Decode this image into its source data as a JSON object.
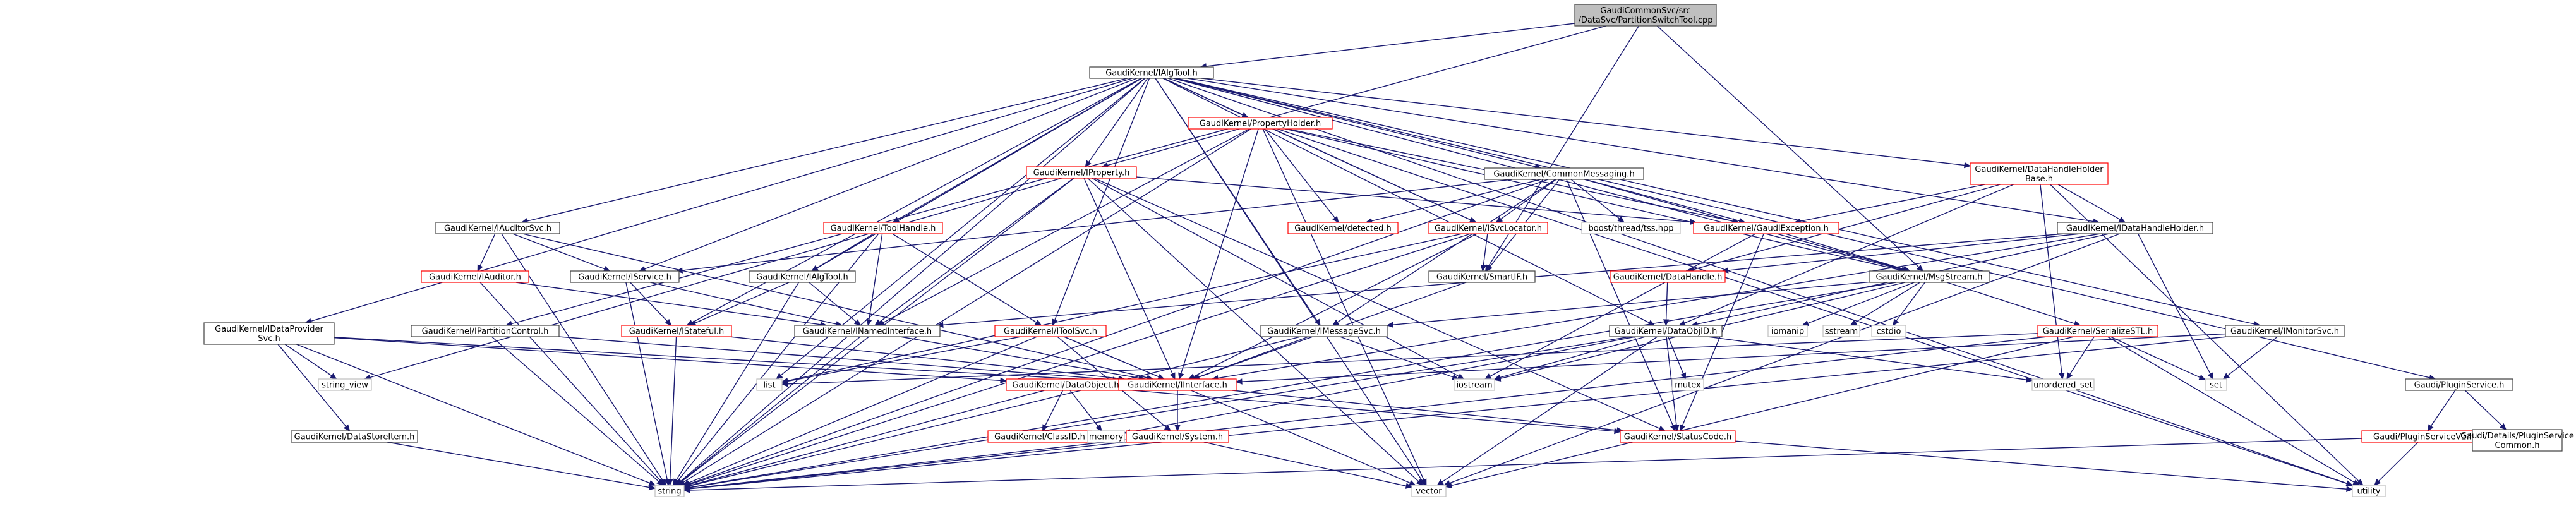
{
  "diagram": {
    "title": "",
    "edge_color": "#191970",
    "node_styles": {
      "root": {
        "fill": "#bfbfbf",
        "stroke": "#404040"
      },
      "documented": {
        "fill": "#ffffff",
        "stroke": "#404040"
      },
      "undocumented": {
        "fill": "#ffffff",
        "stroke": "#ff0000"
      },
      "system": {
        "fill": "#ffffff",
        "stroke": "#bfbfbf"
      }
    },
    "nodes": [
      {
        "id": "root",
        "style": "root",
        "lines": [
          "GaudiCommonSvc/src",
          "/DataSvc/PartitionSwitchTool.cpp"
        ]
      },
      {
        "id": "IAlgTool",
        "style": "documented",
        "lines": [
          "GaudiKernel/IAlgTool.h"
        ]
      },
      {
        "id": "PropertyHolder",
        "style": "undocumented",
        "lines": [
          "GaudiKernel/PropertyHolder.h"
        ]
      },
      {
        "id": "IProperty",
        "style": "undocumented",
        "lines": [
          "GaudiKernel/IProperty.h"
        ]
      },
      {
        "id": "CommonMessaging",
        "style": "documented",
        "lines": [
          "GaudiKernel/CommonMessaging.h"
        ]
      },
      {
        "id": "DataHandleHolderBase",
        "style": "undocumented",
        "lines": [
          "GaudiKernel/DataHandleHolder",
          "Base.h"
        ]
      },
      {
        "id": "IAuditorSvc",
        "style": "documented",
        "lines": [
          "GaudiKernel/IAuditorSvc.h"
        ]
      },
      {
        "id": "ToolHandle",
        "style": "undocumented",
        "lines": [
          "GaudiKernel/ToolHandle.h"
        ]
      },
      {
        "id": "detected",
        "style": "undocumented",
        "lines": [
          "GaudiKernel/detected.h"
        ]
      },
      {
        "id": "ISvcLocator",
        "style": "undocumented",
        "lines": [
          "GaudiKernel/ISvcLocator.h"
        ]
      },
      {
        "id": "boostthread",
        "style": "system",
        "lines": [
          "boost/thread/tss.hpp"
        ]
      },
      {
        "id": "GaudiException",
        "style": "undocumented",
        "lines": [
          "GaudiKernel/GaudiException.h"
        ]
      },
      {
        "id": "IDataHandleHolder",
        "style": "documented",
        "lines": [
          "GaudiKernel/IDataHandleHolder.h"
        ]
      },
      {
        "id": "IAuditor",
        "style": "undocumented",
        "lines": [
          "GaudiKernel/IAuditor.h"
        ]
      },
      {
        "id": "IService",
        "style": "documented",
        "lines": [
          "GaudiKernel/IService.h"
        ]
      },
      {
        "id": "IAlgToolh",
        "style": "documented",
        "lines": [
          "GaudiKernel/IAlgTool.h"
        ]
      },
      {
        "id": "SmartIF",
        "style": "documented",
        "lines": [
          "GaudiKernel/SmartIF.h"
        ]
      },
      {
        "id": "DataHandle",
        "style": "undocumented",
        "lines": [
          "GaudiKernel/DataHandle.h"
        ]
      },
      {
        "id": "MsgStream",
        "style": "documented",
        "lines": [
          "GaudiKernel/MsgStream.h"
        ]
      },
      {
        "id": "IDataProviderSvc",
        "style": "documented",
        "lines": [
          "GaudiKernel/IDataProvider",
          "Svc.h"
        ]
      },
      {
        "id": "IPartitionControl",
        "style": "documented",
        "lines": [
          "GaudiKernel/IPartitionControl.h"
        ]
      },
      {
        "id": "IStateful",
        "style": "undocumented",
        "lines": [
          "GaudiKernel/IStateful.h"
        ]
      },
      {
        "id": "INamedInterface",
        "style": "documented",
        "lines": [
          "GaudiKernel/INamedInterface.h"
        ]
      },
      {
        "id": "IToolSvc",
        "style": "undocumented",
        "lines": [
          "GaudiKernel/IToolSvc.h"
        ]
      },
      {
        "id": "IMessageSvc",
        "style": "documented",
        "lines": [
          "GaudiKernel/IMessageSvc.h"
        ]
      },
      {
        "id": "DataObjID",
        "style": "documented",
        "lines": [
          "GaudiKernel/DataObjID.h"
        ]
      },
      {
        "id": "iomanip",
        "style": "system",
        "lines": [
          "iomanip"
        ]
      },
      {
        "id": "sstream",
        "style": "system",
        "lines": [
          "sstream"
        ]
      },
      {
        "id": "cstdio",
        "style": "system",
        "lines": [
          "cstdio"
        ]
      },
      {
        "id": "SerializeSTL",
        "style": "undocumented",
        "lines": [
          "GaudiKernel/SerializeSTL.h"
        ]
      },
      {
        "id": "IMonitorSvc",
        "style": "documented",
        "lines": [
          "GaudiKernel/IMonitorSvc.h"
        ]
      },
      {
        "id": "string_view",
        "style": "system",
        "lines": [
          "string_view"
        ]
      },
      {
        "id": "list",
        "style": "system",
        "lines": [
          "list"
        ]
      },
      {
        "id": "DataObject",
        "style": "undocumented",
        "lines": [
          "GaudiKernel/DataObject.h"
        ]
      },
      {
        "id": "IInterface",
        "style": "undocumented",
        "lines": [
          "GaudiKernel/IInterface.h"
        ]
      },
      {
        "id": "iostream",
        "style": "system",
        "lines": [
          "iostream"
        ]
      },
      {
        "id": "mutex",
        "style": "system",
        "lines": [
          "mutex"
        ]
      },
      {
        "id": "unordered_set",
        "style": "system",
        "lines": [
          "unordered_set"
        ]
      },
      {
        "id": "set",
        "style": "system",
        "lines": [
          "set"
        ]
      },
      {
        "id": "PluginService",
        "style": "documented",
        "lines": [
          "Gaudi/PluginService.h"
        ]
      },
      {
        "id": "DataStoreItem",
        "style": "documented",
        "lines": [
          "GaudiKernel/DataStoreItem.h"
        ]
      },
      {
        "id": "ClassID",
        "style": "undocumented",
        "lines": [
          "GaudiKernel/ClassID.h"
        ]
      },
      {
        "id": "memory",
        "style": "system",
        "lines": [
          "memory"
        ]
      },
      {
        "id": "System",
        "style": "undocumented",
        "lines": [
          "GaudiKernel/System.h"
        ]
      },
      {
        "id": "StatusCode",
        "style": "undocumented",
        "lines": [
          "GaudiKernel/StatusCode.h"
        ]
      },
      {
        "id": "PluginServiceV1",
        "style": "undocumented",
        "lines": [
          "Gaudi/PluginServiceV1.h"
        ]
      },
      {
        "id": "PluginServiceCommon",
        "style": "documented",
        "lines": [
          "Gaudi/Details/PluginService",
          "Common.h"
        ]
      },
      {
        "id": "string",
        "style": "system",
        "lines": [
          "string"
        ]
      },
      {
        "id": "vector",
        "style": "system",
        "lines": [
          "vector"
        ]
      },
      {
        "id": "utility",
        "style": "system",
        "lines": [
          "utility"
        ]
      }
    ],
    "edges": [
      [
        "root",
        "IAlgTool"
      ],
      [
        "root",
        "IPartitionControl"
      ],
      [
        "root",
        "SmartIF"
      ],
      [
        "root",
        "MsgStream"
      ],
      [
        "IAlgTool",
        "PropertyHolder"
      ],
      [
        "IAlgTool",
        "IProperty"
      ],
      [
        "IAlgTool",
        "CommonMessaging"
      ],
      [
        "IAlgTool",
        "DataHandleHolderBase"
      ],
      [
        "IAlgTool",
        "IAuditorSvc"
      ],
      [
        "IAlgTool",
        "ToolHandle"
      ],
      [
        "IAlgTool",
        "ISvcLocator"
      ],
      [
        "IAlgTool",
        "IDataHandleHolder"
      ],
      [
        "IAlgTool",
        "IService"
      ],
      [
        "IAlgTool",
        "IAlgToolh"
      ],
      [
        "IAlgTool",
        "IDataProviderSvc"
      ],
      [
        "IAlgTool",
        "IStateful"
      ],
      [
        "IAlgTool",
        "IToolSvc"
      ],
      [
        "IAlgTool",
        "IMessageSvc"
      ],
      [
        "IAlgTool",
        "DataObjID"
      ],
      [
        "IAlgTool",
        "IMonitorSvc"
      ],
      [
        "IAlgTool",
        "PluginService"
      ],
      [
        "IAlgTool",
        "MsgStream"
      ],
      [
        "IAlgTool",
        "list"
      ],
      [
        "IAlgTool",
        "string"
      ],
      [
        "IAlgTool",
        "vector"
      ],
      [
        "IAlgTool",
        "utility"
      ],
      [
        "PropertyHolder",
        "IProperty"
      ],
      [
        "PropertyHolder",
        "detected"
      ],
      [
        "PropertyHolder",
        "ISvcLocator"
      ],
      [
        "PropertyHolder",
        "GaudiException"
      ],
      [
        "PropertyHolder",
        "INamedInterface"
      ],
      [
        "PropertyHolder",
        "IInterface"
      ],
      [
        "PropertyHolder",
        "MsgStream"
      ],
      [
        "PropertyHolder",
        "string"
      ],
      [
        "PropertyHolder",
        "vector"
      ],
      [
        "PropertyHolder",
        "utility"
      ],
      [
        "IProperty",
        "INamedInterface"
      ],
      [
        "IProperty",
        "IInterface"
      ],
      [
        "IProperty",
        "GaudiException"
      ],
      [
        "IProperty",
        "string_view"
      ],
      [
        "IProperty",
        "string"
      ],
      [
        "IProperty",
        "vector"
      ],
      [
        "IProperty",
        "iostream"
      ],
      [
        "IProperty",
        "StatusCode"
      ],
      [
        "CommonMessaging",
        "boostthread"
      ],
      [
        "CommonMessaging",
        "ISvcLocator"
      ],
      [
        "CommonMessaging",
        "GaudiException"
      ],
      [
        "CommonMessaging",
        "IMessageSvc"
      ],
      [
        "CommonMessaging",
        "SmartIF"
      ],
      [
        "CommonMessaging",
        "MsgStream"
      ],
      [
        "CommonMessaging",
        "detected"
      ],
      [
        "CommonMessaging",
        "IService"
      ],
      [
        "CommonMessaging",
        "StatusCode"
      ],
      [
        "CommonMessaging",
        "string"
      ],
      [
        "DataHandleHolderBase",
        "IDataHandleHolder"
      ],
      [
        "DataHandleHolderBase",
        "DataHandle"
      ],
      [
        "DataHandleHolderBase",
        "GaudiException"
      ],
      [
        "DataHandleHolderBase",
        "DataObjID"
      ],
      [
        "DataHandleHolderBase",
        "unordered_set"
      ],
      [
        "DataHandleHolderBase",
        "utility"
      ],
      [
        "IAuditorSvc",
        "IAuditor"
      ],
      [
        "IAuditorSvc",
        "IService"
      ],
      [
        "IAuditorSvc",
        "string"
      ],
      [
        "IAuditorSvc",
        "IInterface"
      ],
      [
        "ToolHandle",
        "IAlgToolh"
      ],
      [
        "ToolHandle",
        "IToolSvc"
      ],
      [
        "ToolHandle",
        "INamedInterface"
      ],
      [
        "ToolHandle",
        "string"
      ],
      [
        "ISvcLocator",
        "SmartIF"
      ],
      [
        "ISvcLocator",
        "IInterface"
      ],
      [
        "ISvcLocator",
        "list"
      ],
      [
        "ISvcLocator",
        "string"
      ],
      [
        "GaudiException",
        "MsgStream"
      ],
      [
        "GaudiException",
        "StatusCode"
      ],
      [
        "GaudiException",
        "iostream"
      ],
      [
        "IDataHandleHolder",
        "DataHandle"
      ],
      [
        "IDataHandleHolder",
        "DataObjID"
      ],
      [
        "IDataHandleHolder",
        "INamedInterface"
      ],
      [
        "IDataHandleHolder",
        "IInterface"
      ],
      [
        "IDataHandleHolder",
        "set"
      ],
      [
        "IDataHandleHolder",
        "vector"
      ],
      [
        "IAuditor",
        "INamedInterface"
      ],
      [
        "IAuditor",
        "string"
      ],
      [
        "IService",
        "INamedInterface"
      ],
      [
        "IService",
        "IStateful"
      ],
      [
        "IService",
        "string"
      ],
      [
        "IAlgToolh",
        "INamedInterface"
      ],
      [
        "IAlgToolh",
        "IStateful"
      ],
      [
        "IAlgToolh",
        "string"
      ],
      [
        "SmartIF",
        "IInterface"
      ],
      [
        "DataHandle",
        "DataObjID"
      ],
      [
        "MsgStream",
        "IMessageSvc"
      ],
      [
        "MsgStream",
        "SerializeSTL"
      ],
      [
        "MsgStream",
        "iomanip"
      ],
      [
        "MsgStream",
        "sstream"
      ],
      [
        "MsgStream",
        "cstdio"
      ],
      [
        "MsgStream",
        "string"
      ],
      [
        "MsgStream",
        "iostream"
      ],
      [
        "IDataProviderSvc",
        "IInterface"
      ],
      [
        "IDataProviderSvc",
        "DataObject"
      ],
      [
        "IDataProviderSvc",
        "DataStoreItem"
      ],
      [
        "IDataProviderSvc",
        "string_view"
      ],
      [
        "IDataProviderSvc",
        "string"
      ],
      [
        "IPartitionControl",
        "IInterface"
      ],
      [
        "IPartitionControl",
        "string"
      ],
      [
        "IStateful",
        "IInterface"
      ],
      [
        "IStateful",
        "string"
      ],
      [
        "INamedInterface",
        "IInterface"
      ],
      [
        "INamedInterface",
        "string"
      ],
      [
        "IToolSvc",
        "IInterface"
      ],
      [
        "IToolSvc",
        "System"
      ],
      [
        "IToolSvc",
        "list"
      ],
      [
        "IToolSvc",
        "string"
      ],
      [
        "IToolSvc",
        "vector"
      ],
      [
        "IMessageSvc",
        "IInterface"
      ],
      [
        "IMessageSvc",
        "iostream"
      ],
      [
        "IMessageSvc",
        "string"
      ],
      [
        "DataObjID",
        "StatusCode"
      ],
      [
        "DataObjID",
        "iostream"
      ],
      [
        "DataObjID",
        "mutex"
      ],
      [
        "DataObjID",
        "memory"
      ],
      [
        "DataObjID",
        "unordered_set"
      ],
      [
        "DataObjID",
        "string"
      ],
      [
        "DataObjID",
        "vector"
      ],
      [
        "SerializeSTL",
        "unordered_set"
      ],
      [
        "SerializeSTL",
        "set"
      ],
      [
        "SerializeSTL",
        "list"
      ],
      [
        "SerializeSTL",
        "utility"
      ],
      [
        "SerializeSTL",
        "vector"
      ],
      [
        "SerializeSTL",
        "string"
      ],
      [
        "IMonitorSvc",
        "IInterface"
      ],
      [
        "IMonitorSvc",
        "set"
      ],
      [
        "IMonitorSvc",
        "string"
      ],
      [
        "DataObject",
        "ClassID"
      ],
      [
        "DataObject",
        "StatusCode"
      ],
      [
        "DataObject",
        "memory"
      ],
      [
        "DataObject",
        "string"
      ],
      [
        "IInterface",
        "System"
      ],
      [
        "IInterface",
        "StatusCode"
      ],
      [
        "System",
        "string"
      ],
      [
        "System",
        "vector"
      ],
      [
        "StatusCode",
        "utility"
      ],
      [
        "DataStoreItem",
        "string"
      ],
      [
        "PluginService",
        "PluginServiceV1"
      ],
      [
        "PluginService",
        "PluginServiceCommon"
      ],
      [
        "PluginServiceV1",
        "string"
      ],
      [
        "PluginServiceV1",
        "utility"
      ]
    ]
  }
}
